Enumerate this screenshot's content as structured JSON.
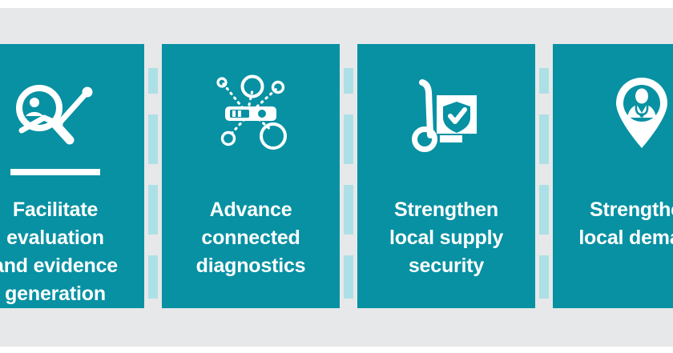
{
  "colors": {
    "card_teal": "#0791a3",
    "page_gray": "#e7e8ea",
    "connector_light_blue": "#ade0e6",
    "text_white": "#ffffff",
    "canvas_white": "#ffffff"
  },
  "cards": [
    {
      "id": "facilitate-evaluation",
      "icon_name": "magnifier-person-trendline-icon",
      "has_rule": true,
      "caption": "Facilitate\nevaluation\nand evidence\ngeneration",
      "clipped": "left"
    },
    {
      "id": "advance-connected-diagnostics",
      "icon_name": "rapid-test-cassette-network-icon",
      "has_rule": false,
      "caption": "Advance\nconnected\ndiagnostics",
      "clipped": "none"
    },
    {
      "id": "strengthen-local-supply-security",
      "icon_name": "hand-truck-shield-box-icon",
      "has_rule": false,
      "caption": "Strengthen\nlocal supply\nsecurity",
      "clipped": "none"
    },
    {
      "id": "strengthen-local-demand",
      "icon_name": "map-pin-doctor-icon",
      "has_rule": false,
      "caption": "Strengthen\nlocal demand",
      "clipped": "right"
    }
  ]
}
